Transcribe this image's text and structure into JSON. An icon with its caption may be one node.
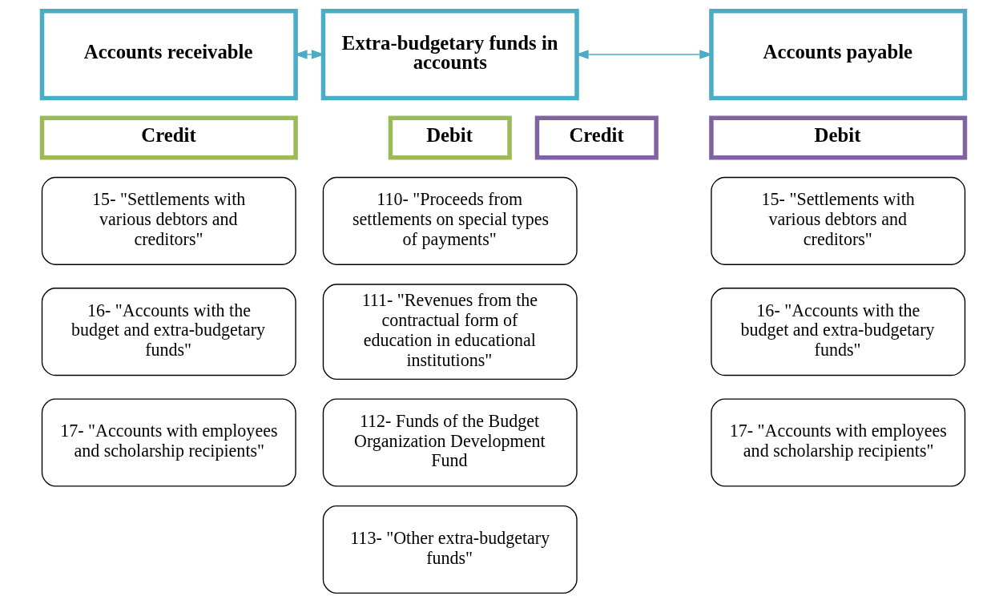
{
  "diagram": {
    "nodes": [
      {
        "text": [
          "Accounts receivable"
        ]
      },
      {
        "text": [
          "Extra-budgetary funds in accounts"
        ]
      },
      {
        "text": [
          "Accounts payable"
        ]
      },
      {
        "text": [
          "Credit"
        ]
      },
      {
        "text": [
          "Debit"
        ]
      },
      {
        "text": [
          "Credit"
        ]
      },
      {
        "text": [
          "Debit"
        ]
      },
      {
        "text": [
          "15- \"Settlements with various debtors and creditors\""
        ]
      },
      {
        "text": [
          "16- \"Accounts with the budget and extra-budgetary funds\""
        ]
      },
      {
        "text": [
          "17- \"Accounts with employees and scholarship recipients\""
        ]
      },
      {
        "text": [
          "110- \"Proceeds from settlements on special types of payments\""
        ]
      },
      {
        "text": [
          "111- \"Revenues from the contractual form of education in educational institutions\""
        ]
      },
      {
        "text": [
          "112- Funds of the Budget Organization Development Fund"
        ]
      },
      {
        "text": [
          "113- \"Other extra-budgetary funds\""
        ]
      },
      {
        "text": [
          "15- \"Settlements with various debtors and creditors\""
        ]
      },
      {
        "text": [
          "16- \"Accounts with the budget and extra-budgetary funds\""
        ]
      },
      {
        "text": [
          "17- \"Accounts with employees and scholarship recipients\""
        ]
      }
    ],
    "edges": [
      {
        "from": 0,
        "to": 1,
        "arrow": "both",
        "color": "#4bacc6"
      },
      {
        "from": 1,
        "to": 2,
        "arrow": "both",
        "color": "#4bacc6"
      }
    ]
  }
}
